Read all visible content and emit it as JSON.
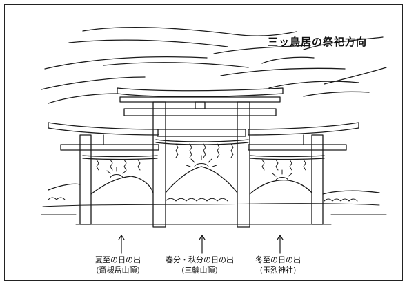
{
  "title": "三ッ鳥居の祭祀方向",
  "captions": [
    {
      "main": "夏至の日の出",
      "sub": "(斎槻岳山頂)"
    },
    {
      "main": "春分・秋分の日の出",
      "sub": "(三輪山頂)"
    },
    {
      "main": "冬至の日の出",
      "sub": "(玉烈神社)"
    }
  ]
}
